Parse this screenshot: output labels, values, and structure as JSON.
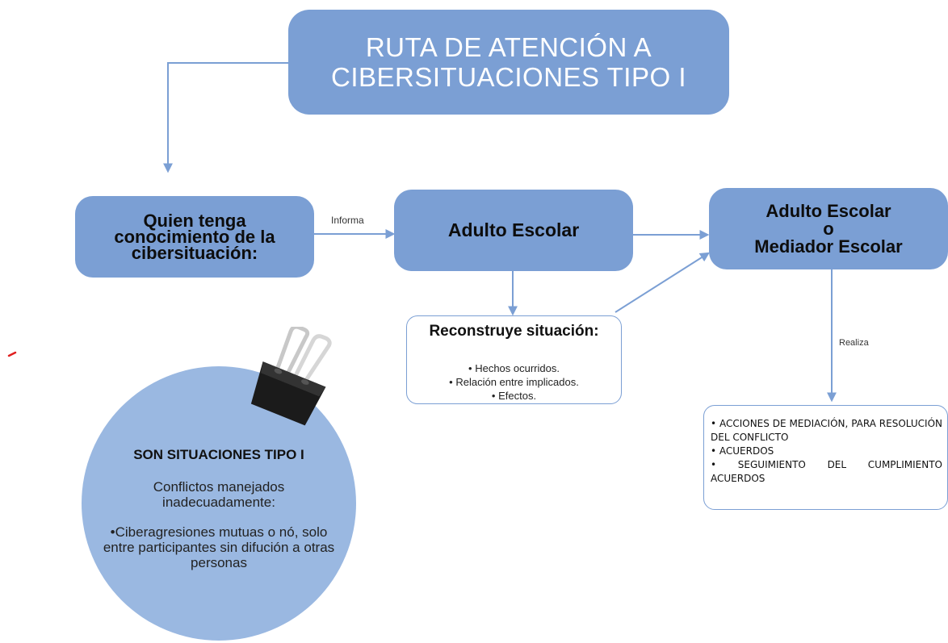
{
  "diagram": {
    "title_line1": "RUTA DE ATENCIÓN A",
    "title_line2": "CIBERSITUACIONES TIPO I",
    "node_quien": "Quien tenga conocimiento de la cibersituación:",
    "edge_informa": "Informa",
    "node_adulto": "Adulto Escolar",
    "node_mediador_line1": "Adulto Escolar",
    "node_mediador_line2": "o",
    "node_mediador_line3": "Mediador Escolar",
    "edge_realiza": "Realiza",
    "reconstruye": {
      "title": "Reconstruye situación:",
      "items": [
        "• Hechos ocurridos.",
        "• Relación entre implicados.",
        "• Efectos."
      ]
    },
    "acciones": {
      "items": [
        "• ACCIONES DE MEDIACIÓN, PARA RESOLUCIÓN DEL CONFLICTO",
        "• ACUERDOS",
        "• SEGUIMIENTO DEL CUMPLIMIENTO ACUERDOS"
      ]
    },
    "circle": {
      "title": "SON SITUACIONES TIPO I",
      "subtitle": "Conflictos manejados inadecuadamente:",
      "body": "•Ciberagresiones mutuas o nó, solo entre participantes sin difución a otras personas"
    },
    "clip_icon": "binder-clip-icon"
  },
  "colors": {
    "box_fill": "#7b9fd4",
    "circle_fill": "#9ab8e1",
    "connector": "#7b9fd4",
    "title_text": "#ffffff"
  }
}
